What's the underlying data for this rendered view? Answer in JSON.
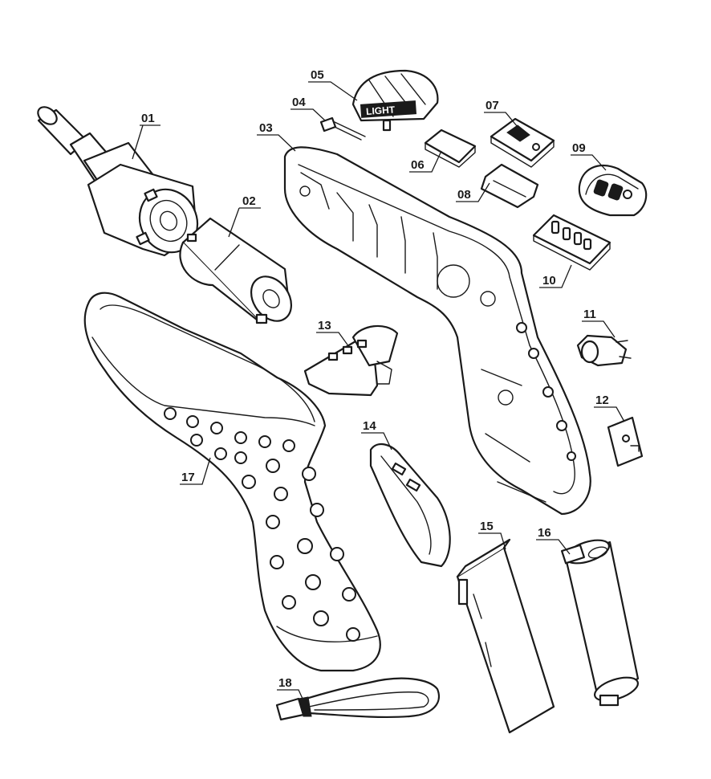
{
  "parts": [
    {
      "id": "01",
      "name": "part-01-chuck-gearbox"
    },
    {
      "id": "02",
      "name": "part-02-motor"
    },
    {
      "id": "03",
      "name": "part-03-housing-half"
    },
    {
      "id": "04",
      "name": "part-04-led"
    },
    {
      "id": "05",
      "name": "part-05-light-cover"
    },
    {
      "id": "06",
      "name": "part-06-pad"
    },
    {
      "id": "07",
      "name": "part-07-switch-board"
    },
    {
      "id": "08",
      "name": "part-08-plate"
    },
    {
      "id": "09",
      "name": "part-09-button-cap"
    },
    {
      "id": "10",
      "name": "part-10-circuit-board"
    },
    {
      "id": "11",
      "name": "part-11-switch"
    },
    {
      "id": "12",
      "name": "part-12-contact-plate"
    },
    {
      "id": "13",
      "name": "part-13-bracket"
    },
    {
      "id": "14",
      "name": "part-14-trigger-slide"
    },
    {
      "id": "15",
      "name": "part-15-battery-holder"
    },
    {
      "id": "16",
      "name": "part-16-battery"
    },
    {
      "id": "17",
      "name": "part-17-housing-grip"
    },
    {
      "id": "18",
      "name": "part-18-wrist-strap"
    }
  ],
  "logo_text": "LIGHT"
}
